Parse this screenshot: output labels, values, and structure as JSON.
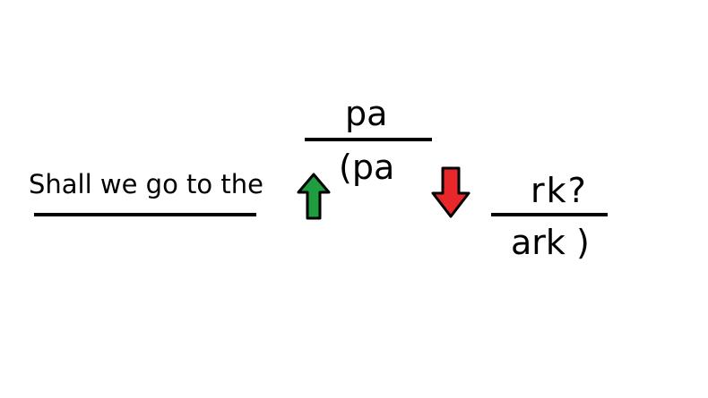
{
  "sentence": {
    "lead_text": "Shall we go to the"
  },
  "fraction_one": {
    "top_text": "pa",
    "bottom_text": "(pa"
  },
  "fraction_two": {
    "top_text": "rk?",
    "bottom_text": "ark )"
  },
  "icons": {
    "up_arrow": {
      "name": "up-arrow-icon",
      "color": "#1e9e3e"
    },
    "down_arrow": {
      "name": "down-arrow-icon",
      "color": "#e8272b"
    }
  }
}
